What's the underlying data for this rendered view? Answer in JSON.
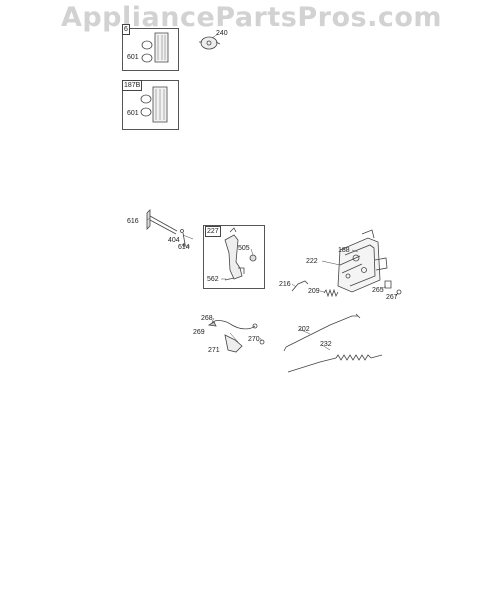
{
  "watermark": "AppliancePartsPros.com",
  "kit_boxes": {
    "top_box_title": "6",
    "lower_box_title": "187B",
    "top_box_part": "601",
    "lower_box_part": "601"
  },
  "callouts": {
    "p240": "240",
    "p616": "616",
    "p404": "404",
    "p614": "614",
    "p227": "227",
    "p505": "505",
    "p562": "562",
    "p188": "188",
    "p222": "222",
    "p216": "216",
    "p209": "209",
    "p265": "265",
    "p267": "267",
    "p268": "268",
    "p269": "269",
    "p270": "270",
    "p271": "271",
    "p202": "202",
    "p232": "232"
  },
  "colors": {
    "watermark": "#d2d2d2",
    "linework": "#444444"
  }
}
